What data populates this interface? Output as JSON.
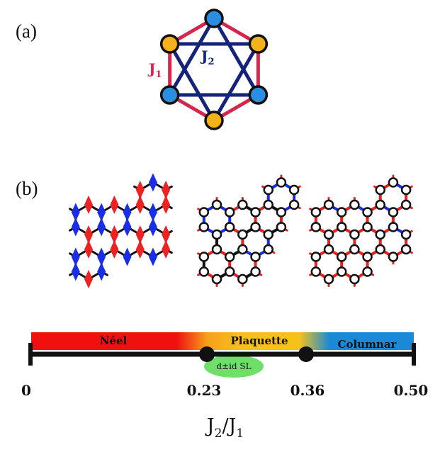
{
  "panel_a": {
    "label": "(a)",
    "j1_main": "J",
    "j1_sub": "1",
    "j2_main": "J",
    "j2_sub": "2",
    "colors": {
      "j1": "#d6264f",
      "j2": "#16237a",
      "site_a": "#f4b21a",
      "site_b": "#2a8fe0"
    }
  },
  "panel_b": {
    "label": "(b)",
    "colors": {
      "spin_up": "#ee2222",
      "spin_down": "#1a2ee8",
      "bond_strong_red": "#e82020",
      "bond_strong_blue": "#1a2ee8"
    }
  },
  "phase_diagram": {
    "phases": [
      {
        "name": "Néel",
        "color": "#f01010"
      },
      {
        "name": "Plaquette",
        "color": "#f6c21a"
      },
      {
        "name": "Columnar",
        "color": "#1a8ad8"
      }
    ],
    "spin_liquid": {
      "label": "d±id SL",
      "color": "#6ee06a"
    },
    "ticks": [
      "0",
      "0.23",
      "0.36",
      "0.50"
    ],
    "axis_main": "J",
    "axis_sub1": "2",
    "axis_slash": "/J",
    "axis_sub2": "1"
  }
}
